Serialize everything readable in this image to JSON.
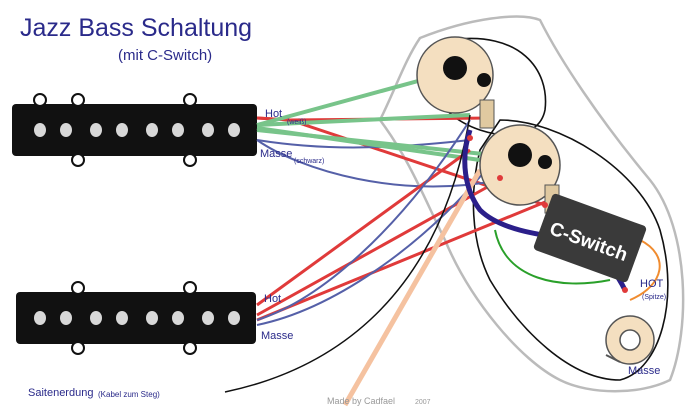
{
  "title": "Jazz Bass Schaltung",
  "subtitle": "(mit C-Switch)",
  "labels": {
    "neck_hot": "Hot",
    "neck_hot_note": "(weiß)",
    "neck_ground": "Masse",
    "neck_ground_note": "(schwarz)",
    "bridge_hot": "Hot",
    "bridge_ground": "Masse",
    "string_ground": "Saitenerdung",
    "string_ground_note": "(Kabel zum Steg)",
    "switch": "C-Switch",
    "jack_hot": "HOT",
    "jack_hot_note": "(Spitze)",
    "jack_ground": "Masse",
    "credit": "Made by Cadfael",
    "credit_year": "2007"
  },
  "colors": {
    "title": "#2a2a8a",
    "pickup": "#111111",
    "pole": "#d8d8d8",
    "hot_wire": "#e03a3a",
    "ground_wire": "#5560a8",
    "pot_wire": "#78c48a",
    "jack_wire": "#f5c2a0",
    "ground_bus": "#2b1f8a",
    "green_wire": "#2aa02a",
    "orange_wire": "#f08c30",
    "switch_body": "#3a3a3a",
    "pot_body": "#f4dfc0"
  }
}
